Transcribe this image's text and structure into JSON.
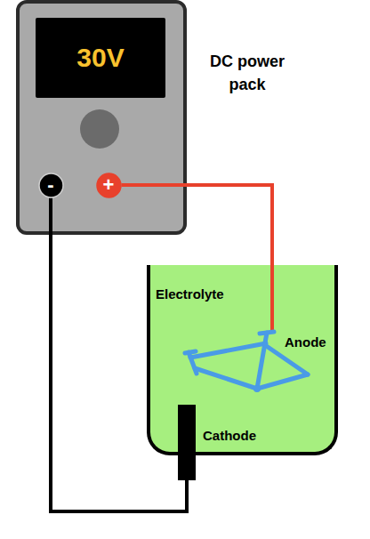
{
  "diagram": {
    "nodes": [
      {
        "text": [
          "DC power pack"
        ]
      },
      {
        "text": [
          "30V"
        ],
        "in": 0
      },
      {
        "text": [
          "-"
        ],
        "in": 0
      },
      {
        "text": [
          "+"
        ],
        "in": 0
      },
      {
        "text": [
          "Electrolyte"
        ]
      },
      {
        "text": [
          "Anode"
        ],
        "in": 4
      },
      {
        "text": [
          "Cathode"
        ],
        "in": 4
      }
    ],
    "edges": [
      {
        "from": 3,
        "to": 5,
        "arrow": "none"
      },
      {
        "from": 2,
        "to": 6,
        "arrow": "none"
      }
    ]
  }
}
